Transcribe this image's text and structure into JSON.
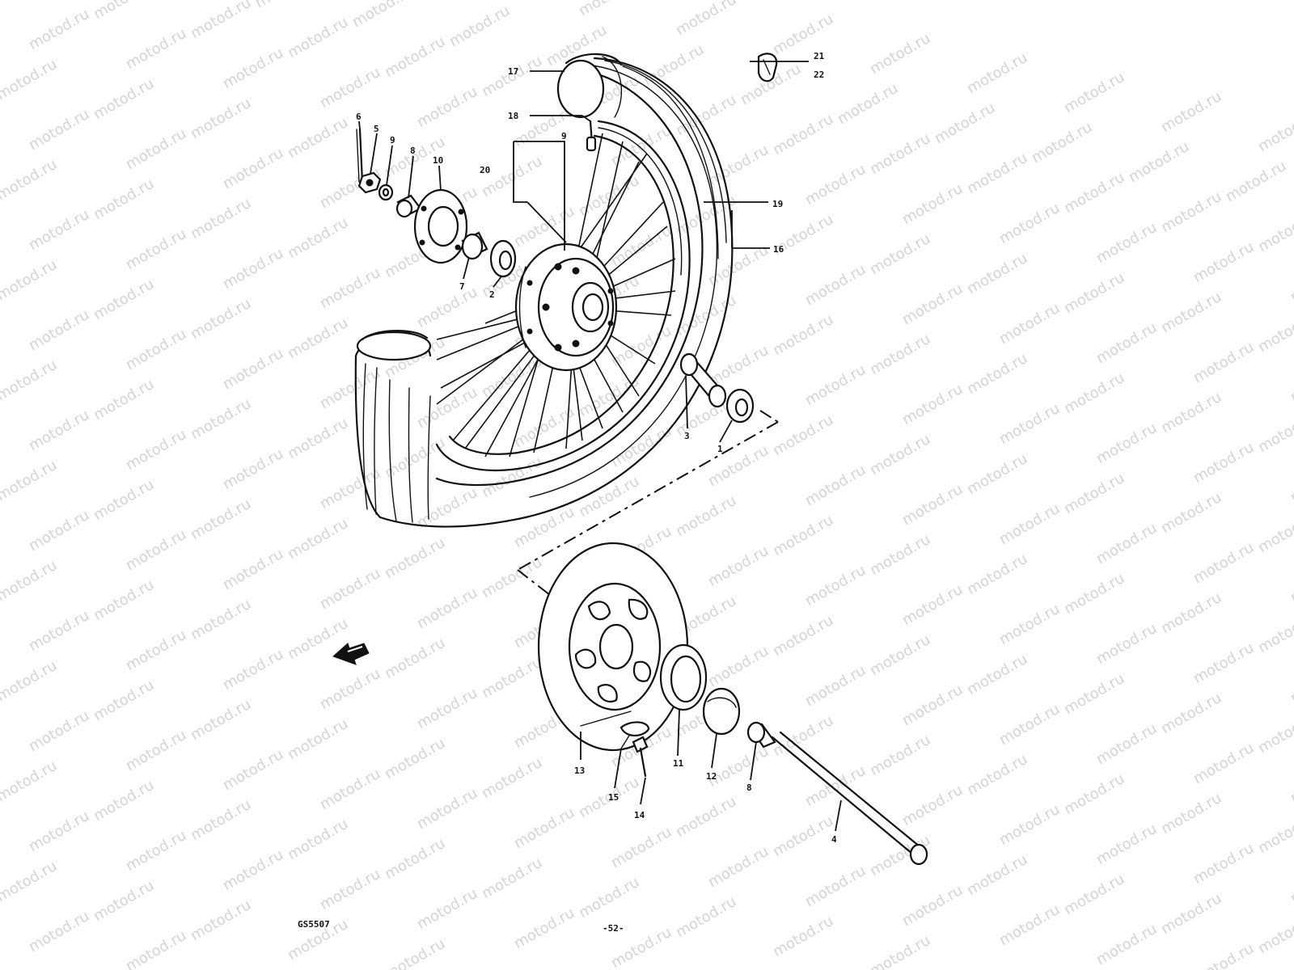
{
  "watermark": {
    "text": "motod.ru"
  },
  "parts": {
    "p1": "1",
    "p2": "2",
    "p3": "3",
    "p4": "4",
    "p5": "5",
    "p6": "6",
    "p7": "7",
    "p8a": "8",
    "p8b": "8",
    "p9a": "9",
    "p9b": "9",
    "p10": "10",
    "p11": "11",
    "p12": "12",
    "p13": "13",
    "p14": "14",
    "p15": "15",
    "p16": "16",
    "p17": "17",
    "p18": "18",
    "p19": "19",
    "p20": "20",
    "p21": "21",
    "p22": "22"
  },
  "footer": {
    "drawing_code": "GS5507",
    "page_number": "-52-"
  }
}
